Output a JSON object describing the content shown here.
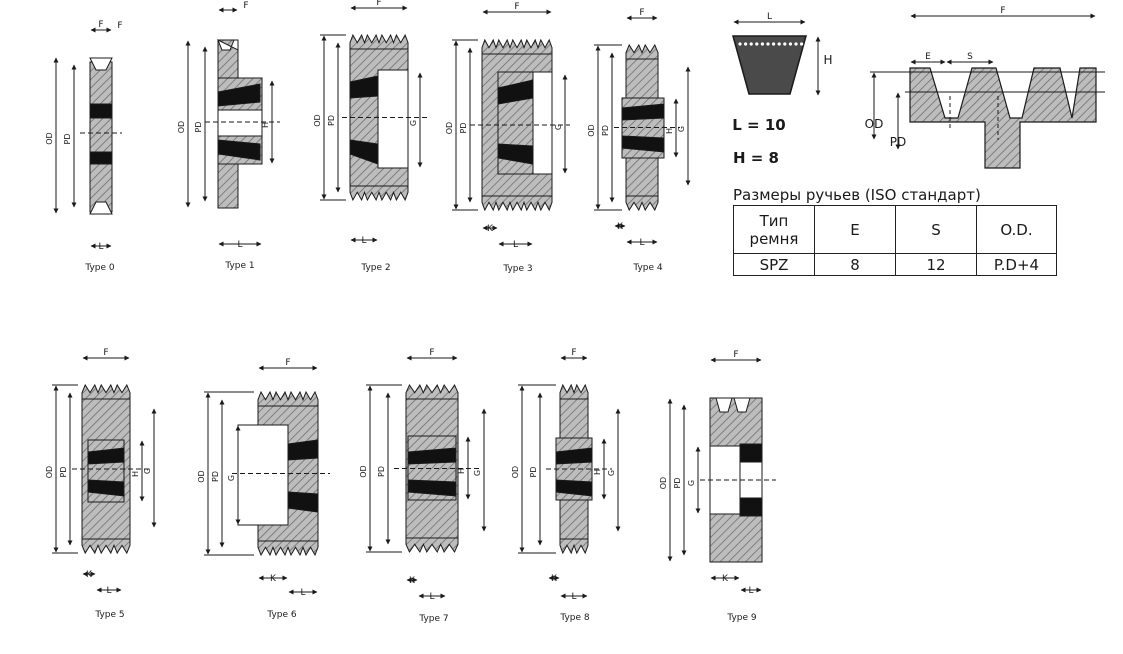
{
  "pulley_types": [
    {
      "name": "Type 0"
    },
    {
      "name": "Type 1"
    },
    {
      "name": "Type 2"
    },
    {
      "name": "Type 3"
    },
    {
      "name": "Type 4"
    },
    {
      "name": "Type 5"
    },
    {
      "name": "Type 6"
    },
    {
      "name": "Type 7"
    },
    {
      "name": "Type 8"
    },
    {
      "name": "Type 9"
    }
  ],
  "dimension_labels": {
    "od": "OD",
    "pd": "PD",
    "g": "G",
    "h": "H",
    "f": "F",
    "l": "L",
    "k": "K",
    "e": "E",
    "s": "S"
  },
  "belt": {
    "l_label": "L",
    "h_label": "H",
    "l_value": "L = 10",
    "h_value": "H = 8"
  },
  "groove_table": {
    "caption": "Размеры ручьев (ISO стандарт)",
    "headers": [
      "Тип ремня",
      "E",
      "S",
      "O.D."
    ],
    "rows": [
      [
        "SPZ",
        "8",
        "12",
        "P.D+4"
      ]
    ]
  },
  "colors": {
    "line": "#1a1a1a",
    "hatch_fill": "#b9b9b9",
    "belt_fill": "#4a4a4a",
    "black": "#111111"
  }
}
